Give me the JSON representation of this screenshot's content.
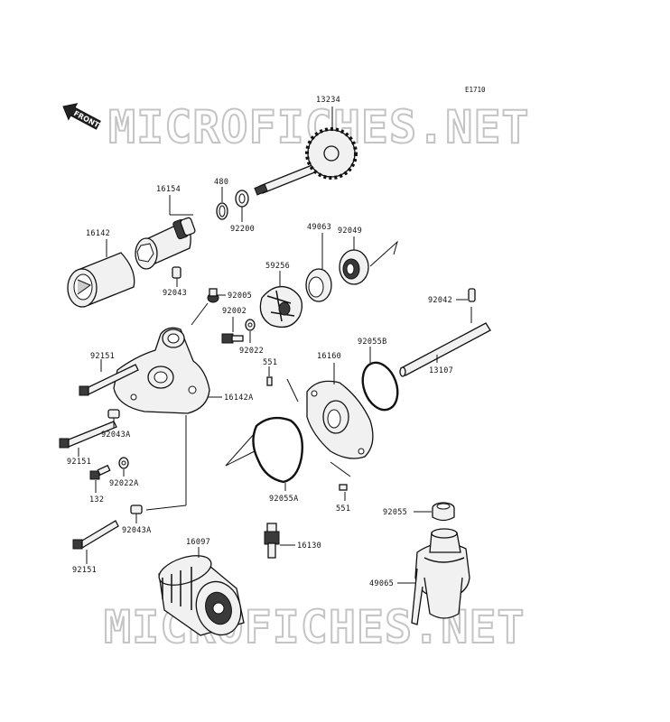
{
  "diagram_code": "E1710",
  "front_label": "FRONT",
  "watermark": "MICROFICHES.NET",
  "labels": {
    "p13234": "13234",
    "p480": "480",
    "p92200": "92200",
    "p16154": "16154",
    "p16142": "16142",
    "p92043_top": "92043",
    "p49063": "49063",
    "p92049": "92049",
    "p59256": "59256",
    "p92005": "92005",
    "p92002": "92002",
    "p92022": "92022",
    "p92042": "92042",
    "p92151_a": "92151",
    "p551_a": "551",
    "p16160": "16160",
    "p92055B": "92055B",
    "p13107": "13107",
    "p16142A": "16142A",
    "p92043A_a": "92043A",
    "p92151_b": "92151",
    "p132": "132",
    "p92022A": "92022A",
    "p92055A": "92055A",
    "p551_b": "551",
    "p92055": "92055",
    "p92043A_b": "92043A",
    "p92151_c": "92151",
    "p16097": "16097",
    "p16130": "16130",
    "p49065": "49065"
  }
}
